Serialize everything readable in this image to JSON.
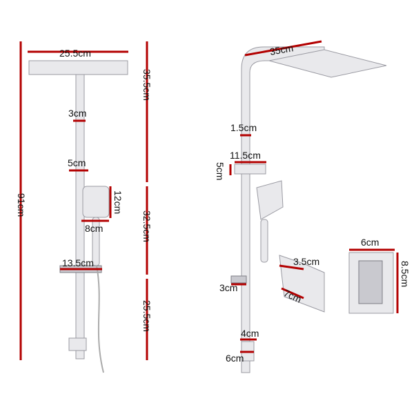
{
  "colors": {
    "dimension_line": "#b30000",
    "chrome": "#e9e9ec",
    "background": "#ffffff"
  },
  "left_view": {
    "head_width": "25.5cm",
    "upper_height": "35.5cm",
    "arm_width": "3cm",
    "bracket_width": "5cm",
    "total_height": "91cm",
    "handset_height": "12cm",
    "handset_width": "8cm",
    "middle_height": "32.5cm",
    "shelf_width": "13.5cm",
    "lower_height": "25.5cm"
  },
  "right_view": {
    "head_width": "35cm",
    "pipe_width": "1.5cm",
    "bracket_width": "11.5cm",
    "bracket_height": "5cm",
    "mixer_depth": "3.5cm",
    "outlet_length": "3cm",
    "mixer_width": "7cm",
    "fitting_height": "4cm",
    "fitting_width": "6cm",
    "plate_width": "6cm",
    "plate_height": "8.5cm"
  }
}
